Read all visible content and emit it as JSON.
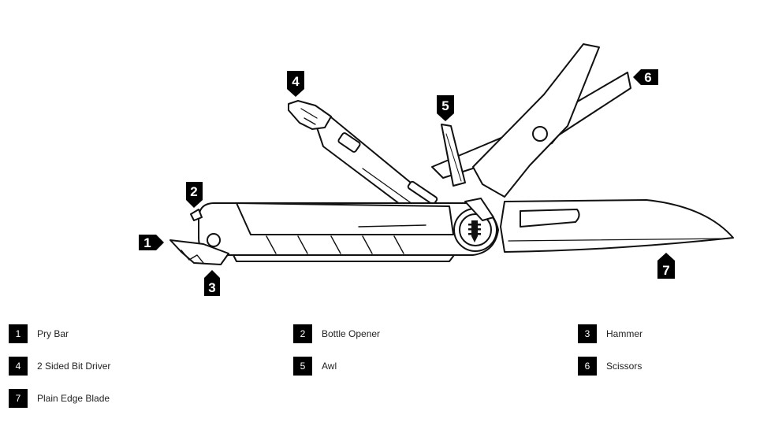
{
  "callouts": [
    {
      "number": "1",
      "label": "Pry Bar"
    },
    {
      "number": "2",
      "label": "Bottle Opener"
    },
    {
      "number": "3",
      "label": "Hammer"
    },
    {
      "number": "4",
      "label": "2 Sided Bit Driver"
    },
    {
      "number": "5",
      "label": "Awl"
    },
    {
      "number": "6",
      "label": "Scissors"
    },
    {
      "number": "7",
      "label": "Plain Edge Blade"
    }
  ],
  "colors": {
    "ink": "#111111",
    "badge": "#000000",
    "badge_text": "#ffffff",
    "label_text": "#222222"
  }
}
